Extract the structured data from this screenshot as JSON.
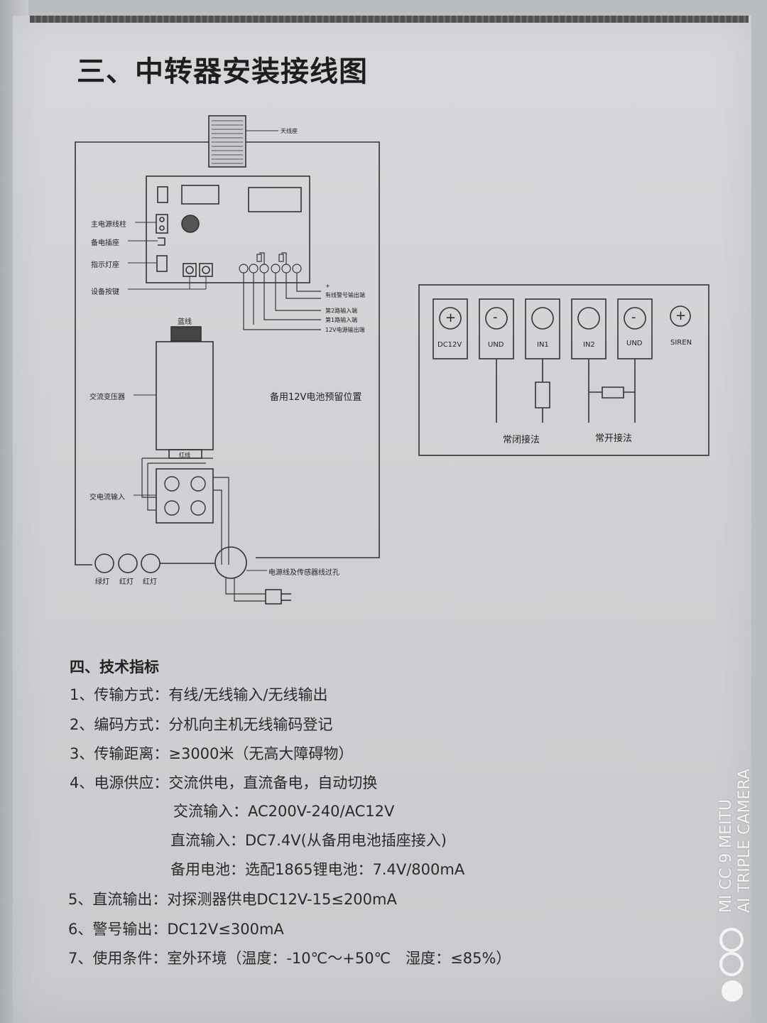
{
  "title": "三、中转器安装接线图",
  "wiring": {
    "antenna": "天线座",
    "main_terminal": "主电源线柱",
    "backup_socket": "备电插座",
    "indicator_socket": "指示灯座",
    "setup_button": "设备按键",
    "plus_mark": "+",
    "wired_alarm_output": "有线警号输出端",
    "input2": "第2路输入端",
    "input1": "第1路输入端",
    "v12_output": "12V电源输出端",
    "blue_wire": "蓝线",
    "ac_transformer": "交流变压器",
    "battery_reserve": "备用12V电池预留位置",
    "red_wire": "红线",
    "ac_input": "交电流输入",
    "cable_hole": "电源线及传感器线过孔",
    "green_light": "绿灯",
    "red_light_1": "红灯",
    "red_light_2": "红灯"
  },
  "terminals": {
    "items": [
      {
        "symbol": "+",
        "label": "DC12V"
      },
      {
        "symbol": "-",
        "label": "UND"
      },
      {
        "symbol": "",
        "label": "IN1"
      },
      {
        "symbol": "",
        "label": "IN2"
      },
      {
        "symbol": "-",
        "label": "UND"
      },
      {
        "symbol": "+",
        "label": "SIREN"
      }
    ],
    "nc_method": "常闭接法",
    "no_method": "常开接法"
  },
  "specs": {
    "heading": "四、技术指标",
    "lines": [
      "1、传输方式：有线/无线输入/无线输出",
      "2、编码方式：分机向主机无线输码登记",
      "3、传输距离：≥3000米（无高大障碍物）",
      "4、电源供应：交流供电，直流备电，自动切换",
      "交流输入：AC200V-240/AC12V",
      "直流输入：DC7.4V(从备用电池插座接入)",
      "备用电池：选配1865锂电池：7.4V/800mA",
      "5、直流输出：对探测器供电DC12V-15≤200mA",
      "6、警号输出：DC12V≤300mA",
      "7、使用条件：室外环境（温度：-10℃～+50℃　湿度：≤85%）"
    ]
  },
  "watermark": {
    "line1": "MI CC 9 MEITU",
    "line2": "AI TRIPLE CAMERA"
  }
}
